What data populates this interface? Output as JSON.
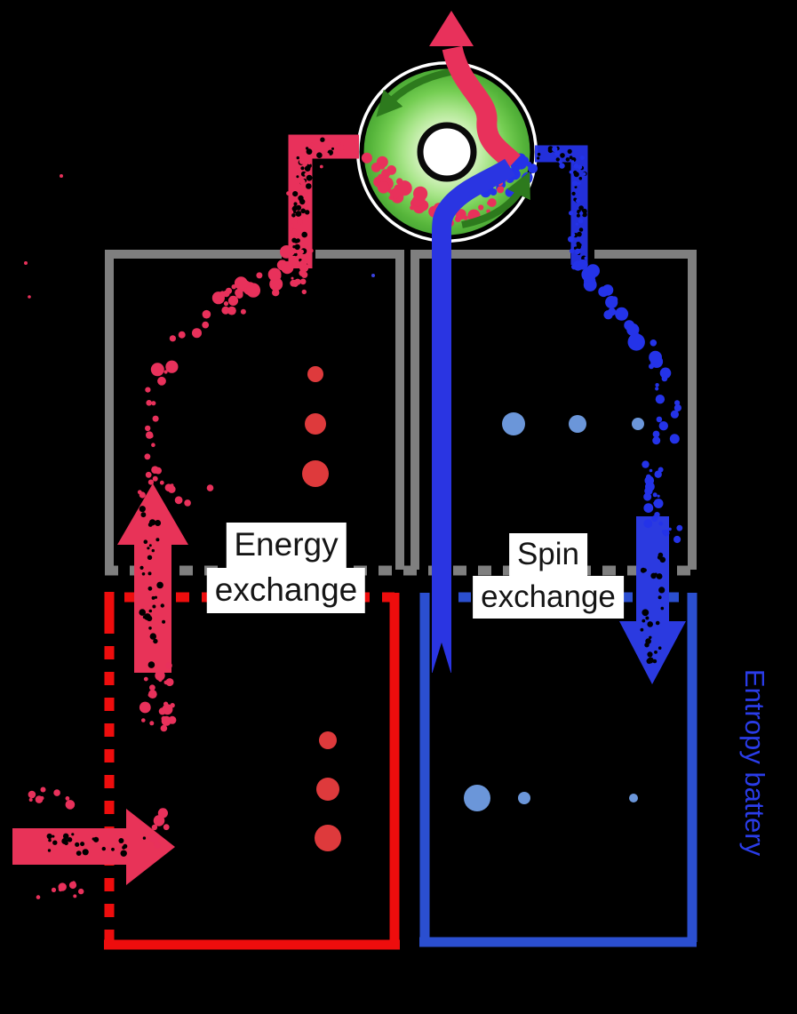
{
  "labels": {
    "energy_exchange": {
      "line1": "Energy",
      "line2": "exchange"
    },
    "spin_exchange": {
      "line1": "Spin",
      "line2": "exchange"
    },
    "entropy_battery": "Entropy battery"
  },
  "colors": {
    "background": "#000000",
    "hot_particle_red": "#e8315b",
    "arrow_pink_red": "#e83358",
    "battery_box_red": "#ee0d0d",
    "reservoir_outline_gray": "#7f7f7f",
    "cold_particle_blue": "#2433e8",
    "ribbon_blue": "#2a35e2",
    "battery_box_blue": "#2b4fd0",
    "spin_dot_blue": "#6b96d9",
    "energy_dot_red": "#de3a3c",
    "rotor_green": "#4aa735",
    "rotor_arrow_green": "#2d7a1d",
    "entropy_battery_text": "#2a3ce8",
    "label_text": "#151515",
    "label_background": "#ffffff"
  },
  "dot_series": {
    "top_left_red_vertical": {
      "radii": [
        9,
        12,
        15
      ]
    },
    "top_right_blue_horizontal": {
      "radii": [
        13,
        10,
        7
      ]
    },
    "bottom_left_red_vertical": {
      "radii": [
        10,
        13,
        15
      ]
    },
    "bottom_right_blue_horizontal": {
      "radii": [
        15,
        7,
        5
      ]
    }
  }
}
